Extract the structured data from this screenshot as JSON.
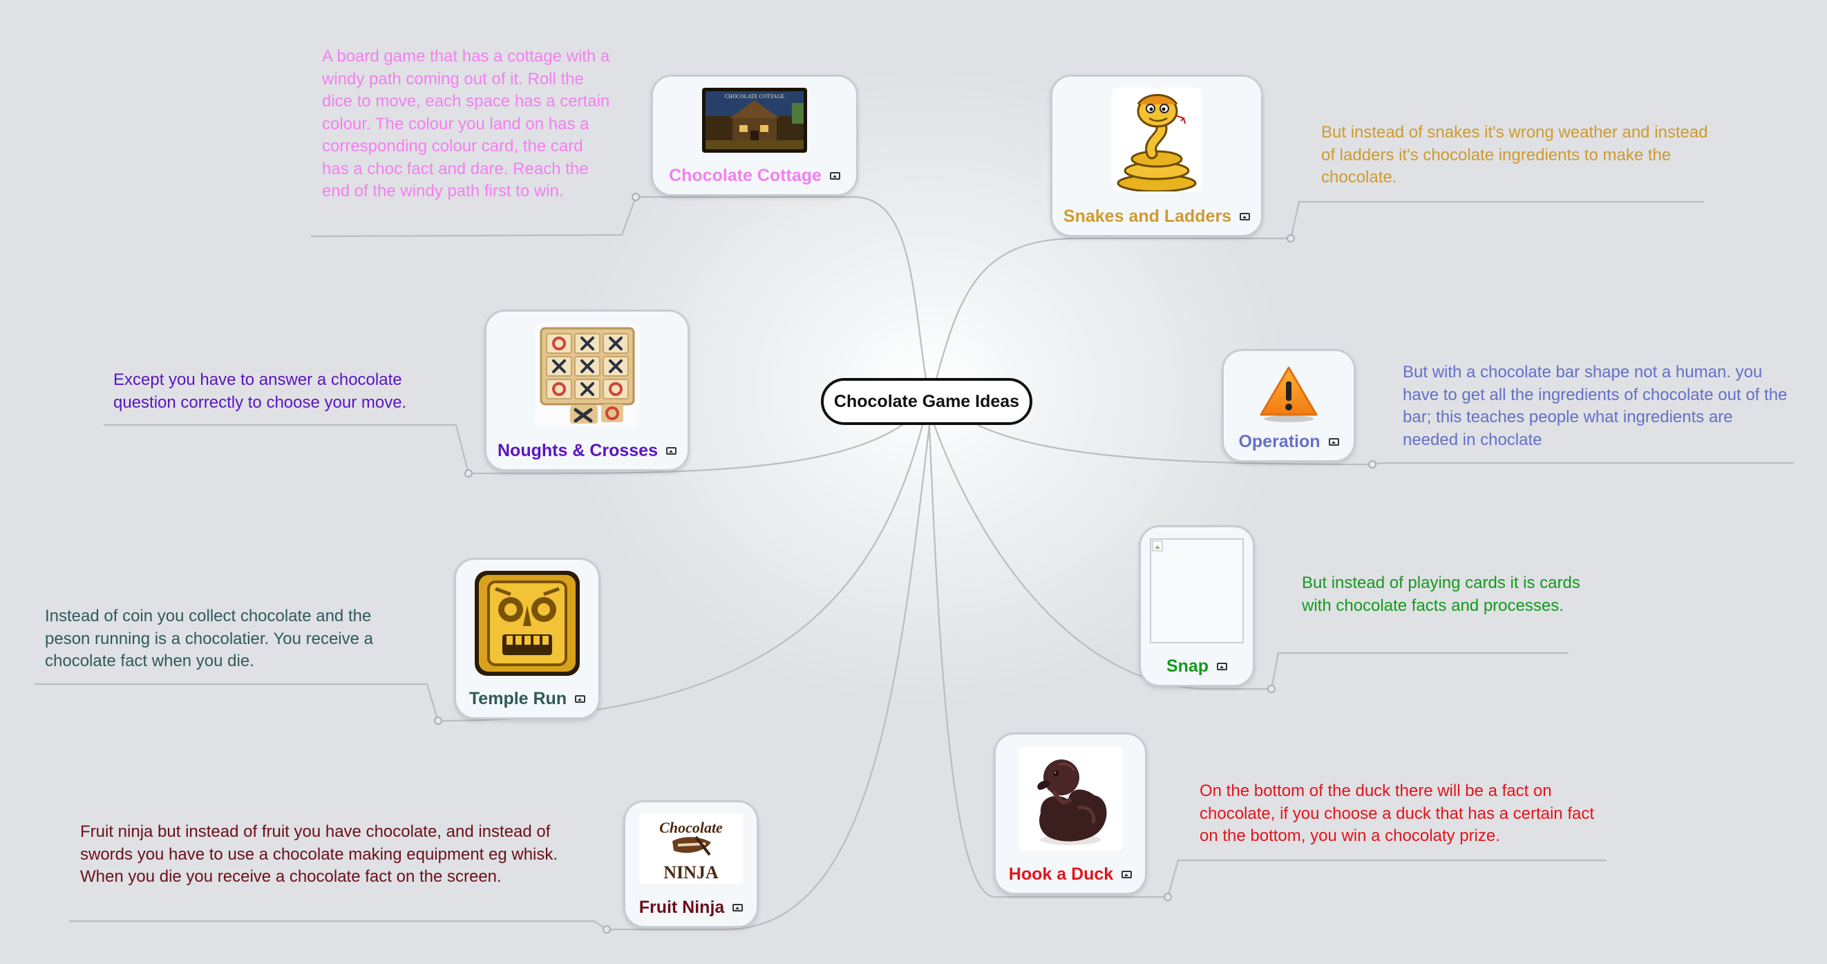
{
  "map": {
    "center_title": "Chocolate Game Ideas"
  },
  "colors": {
    "cottage": "#f47ff2",
    "snakes": "#cf9a2e",
    "noughts": "#5a14c0",
    "operation": "#6470c8",
    "temple": "#2f5a5a",
    "snap": "#139a1c",
    "hook": "#e3141c",
    "ninja": "#6b0f1a"
  },
  "topics": [
    {
      "id": "cottage",
      "title": "Chocolate Cottage",
      "icon": "image-icon",
      "note": "A board game that has a cottage with a windy path coming out of it. Roll the dice to move, each space has a certain colour. The colour you land on has a corresponding colour card, the card has a choc fact and dare. Reach the end of the windy path first to win.",
      "image_caption": "CHOCOLATE COTTAGE"
    },
    {
      "id": "snakes",
      "title": "Snakes and Ladders",
      "icon": "image-icon",
      "note": "But instead of snakes it's wrong weather and instead of ladders it's chocolate ingredients to make the chocolate."
    },
    {
      "id": "noughts",
      "title": "Noughts & Crosses",
      "icon": "image-icon",
      "note": "Except you have to answer a chocolate question correctly to choose your move."
    },
    {
      "id": "operation",
      "title": "Operation",
      "icon": "image-icon",
      "note": "But with a chocolate bar shape not a human. you have to get all the ingredients of chocolate out of the bar; this teaches people what ingredients are needed in choclate"
    },
    {
      "id": "temple",
      "title": "Temple Run",
      "icon": "image-icon",
      "note": "Instead of coin you collect chocolate and the peson running is a chocolatier. You receive a chocolate fact  when you die."
    },
    {
      "id": "snap",
      "title": "Snap",
      "icon": "image-icon",
      "note": "But instead of playing cards it is cards with chocolate facts and processes."
    },
    {
      "id": "hook",
      "title": "Hook a Duck",
      "icon": "image-icon",
      "note": "On the bottom of the duck there will be a fact on chocolate, if you choose a duck that has a certain fact on the bottom, you win a chocolaty prize."
    },
    {
      "id": "ninja",
      "title": "Fruit Ninja",
      "icon": "image-icon",
      "note": "Fruit ninja but instead of fruit you have chocolate, and instead of swords you have to use a chocolate making equipment eg whisk. When you die you receive a chocolate fact on the screen.",
      "image_caption_top": "Chocolate",
      "image_caption_bottom": "NINJA"
    }
  ]
}
